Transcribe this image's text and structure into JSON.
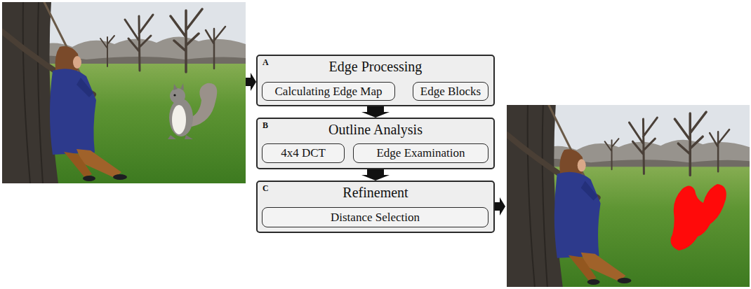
{
  "diagram": {
    "nodes": [
      {
        "text": [
          "A",
          "Edge Processing"
        ]
      },
      {
        "text": [
          "Calculating Edge Map"
        ],
        "in": 0
      },
      {
        "text": [
          "Edge Blocks"
        ],
        "in": 0
      },
      {
        "text": [
          "B",
          "Outline Analysis"
        ]
      },
      {
        "text": [
          "4x4 DCT"
        ],
        "in": 3
      },
      {
        "text": [
          "Edge Examination"
        ],
        "in": 3
      },
      {
        "text": [
          "C",
          "Refinement"
        ]
      },
      {
        "text": [
          "Distance Selection"
        ],
        "in": 6
      }
    ],
    "edges": [
      {
        "from": 1,
        "to": 2,
        "arrow": "to"
      },
      {
        "from": 0,
        "to": 3,
        "arrow": "to"
      },
      {
        "from": 4,
        "to": 5,
        "arrow": "to"
      },
      {
        "from": 3,
        "to": 6,
        "arrow": "to"
      }
    ]
  }
}
